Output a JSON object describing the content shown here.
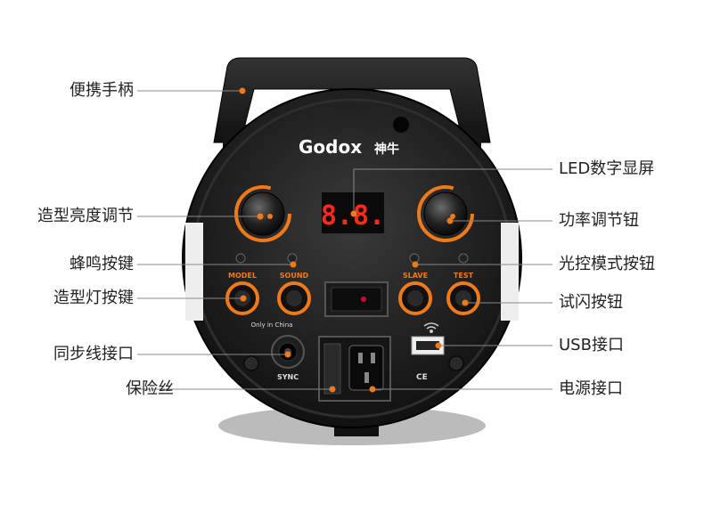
{
  "brand": {
    "logo_text": "Godox",
    "logo_cn": "神牛"
  },
  "display": {
    "digits": "8.8."
  },
  "panel_labels": {
    "model": "MODEL",
    "sound": "SOUND",
    "slave": "SLAVE",
    "test": "TEST",
    "only_in_china": "Only in China",
    "sync": "SYNC",
    "ce": "CE"
  },
  "callouts": {
    "left": [
      "便携手柄",
      "造型亮度调节",
      "蜂鸣按键",
      "造型灯按键",
      "同步线接口",
      "保险丝"
    ],
    "right": [
      "LED数字显屏",
      "功率调节钮",
      "光控模式按钮",
      "试闪按钮",
      "USB接口",
      "电源接口"
    ]
  },
  "colors": {
    "accent_orange": "#f07a1a",
    "body_black": "#1a1a1a",
    "led_red": "#ff2a1a"
  }
}
